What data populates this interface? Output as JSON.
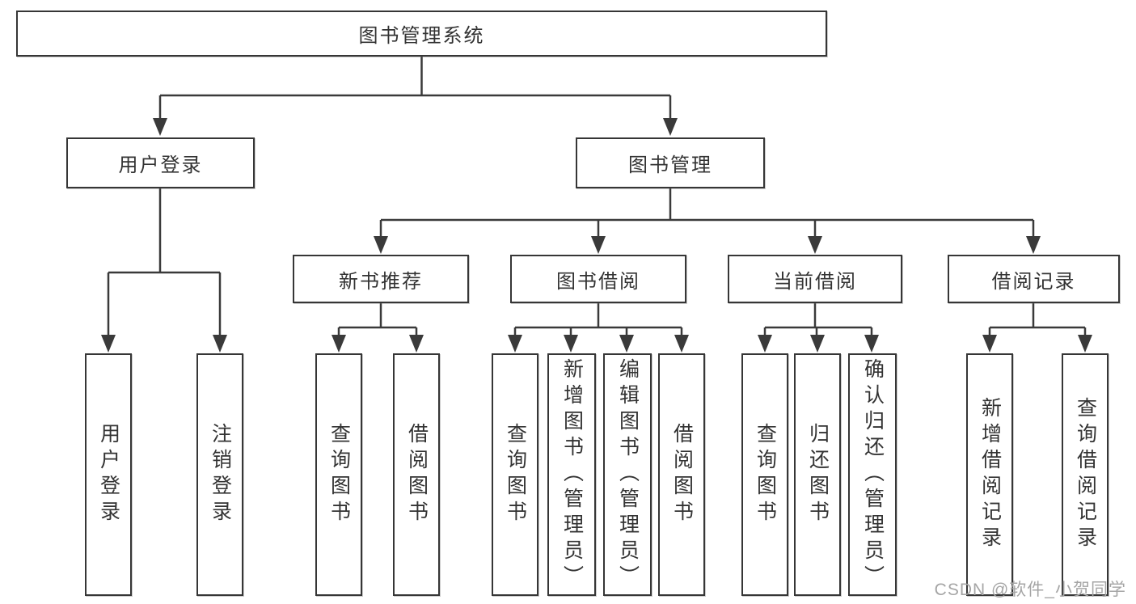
{
  "diagram_title": "图书管理系统",
  "colors": {
    "line": "#3a3a3a",
    "box_border": "#363636",
    "text": "#333333",
    "background": "#ffffff",
    "watermark": "#a5a5a5"
  },
  "nodes": {
    "root": {
      "label": "图书管理系统",
      "children": [
        "user_login",
        "book_mgmt"
      ]
    },
    "user_login": {
      "label": "用户登录",
      "children": [
        "user_login_leaf",
        "logout_leaf"
      ]
    },
    "book_mgmt": {
      "label": "图书管理",
      "children": [
        "new_book_rec",
        "book_borrow",
        "current_borrow",
        "borrow_records"
      ]
    },
    "new_book_rec": {
      "label": "新书推荐",
      "children": [
        "query_book_1",
        "borrow_book_1"
      ]
    },
    "book_borrow": {
      "label": "图书借阅",
      "children": [
        "query_book_2",
        "add_book",
        "edit_book",
        "borrow_book_2"
      ]
    },
    "current_borrow": {
      "label": "当前借阅",
      "children": [
        "query_book_3",
        "return_book",
        "confirm_return"
      ]
    },
    "borrow_records": {
      "label": "借阅记录",
      "children": [
        "add_borrow_record",
        "query_borrow_record"
      ]
    },
    "user_login_leaf": {
      "label": "用户登录",
      "children": []
    },
    "logout_leaf": {
      "label": "注销登录",
      "children": []
    },
    "query_book_1": {
      "label": "查询图书",
      "children": []
    },
    "borrow_book_1": {
      "label": "借阅图书",
      "children": []
    },
    "query_book_2": {
      "label": "查询图书",
      "children": []
    },
    "add_book": {
      "label": "新增图书（管理员）",
      "children": []
    },
    "edit_book": {
      "label": "编辑图书（管理员）",
      "children": []
    },
    "borrow_book_2": {
      "label": "借阅图书",
      "children": []
    },
    "query_book_3": {
      "label": "查询图书",
      "children": []
    },
    "return_book": {
      "label": "归还图书",
      "children": []
    },
    "confirm_return": {
      "label": "确认归还（管理员）",
      "children": []
    },
    "add_borrow_record": {
      "label": "新增借阅记录",
      "children": []
    },
    "query_borrow_record": {
      "label": "查询借阅记录",
      "children": []
    }
  },
  "watermark": "CSDN @软件_小贺同学"
}
